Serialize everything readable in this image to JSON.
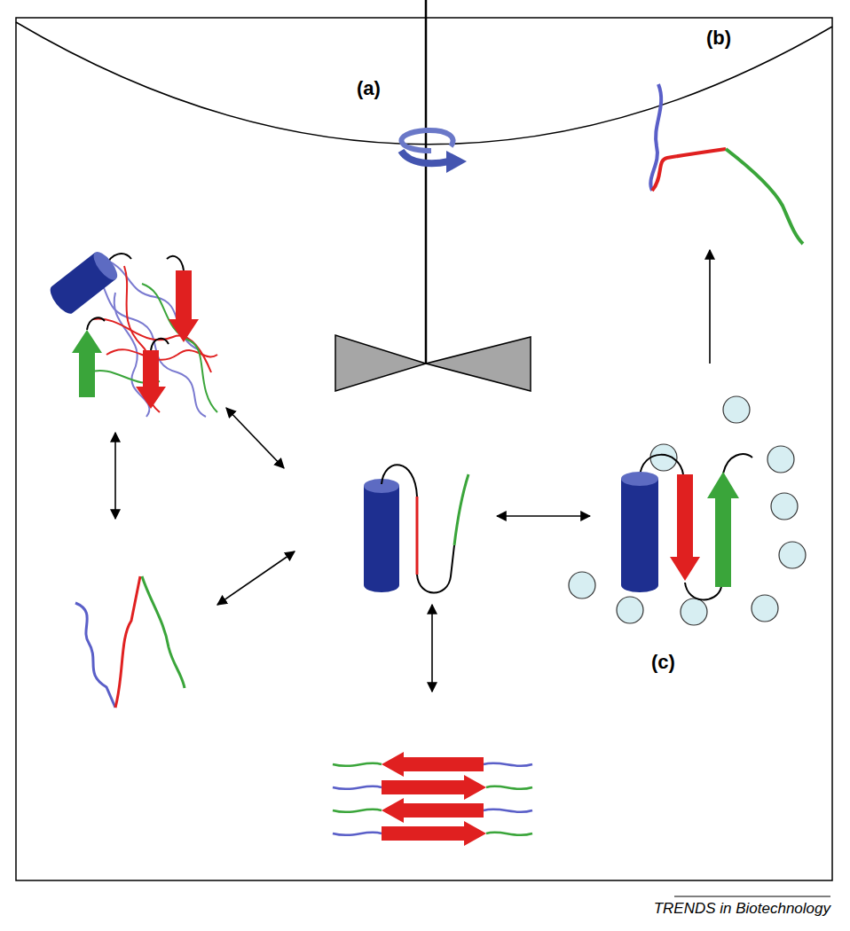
{
  "diagram": {
    "labels": [
      "(a)",
      "(b)",
      "(c)",
      "TRENDS in Biotechnology"
    ]
  }
}
